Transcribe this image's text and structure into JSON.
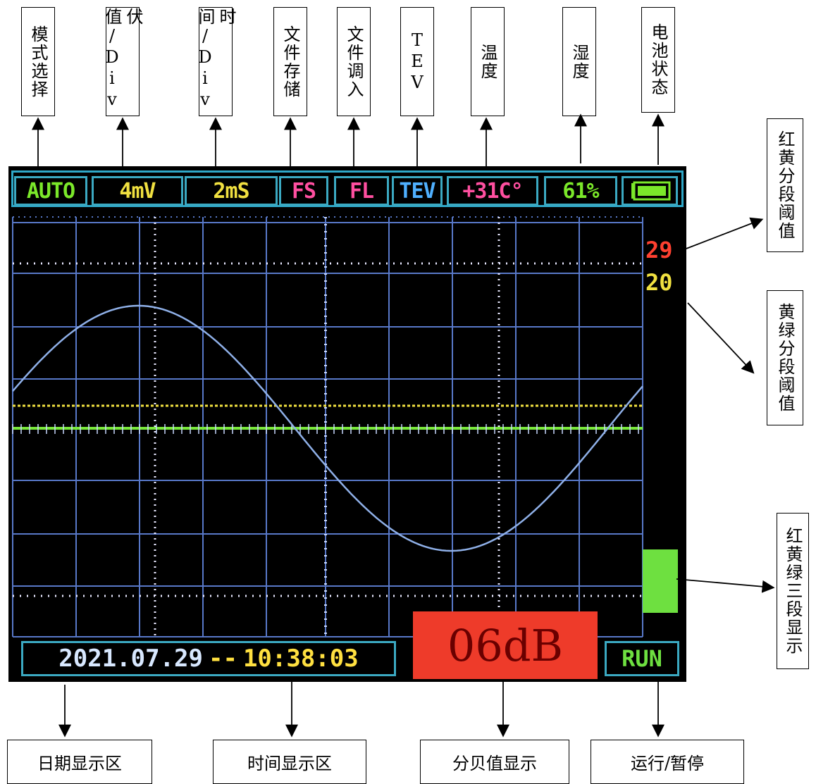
{
  "device": {
    "status_bar": {
      "mode": "AUTO",
      "volts_div": "4mV",
      "time_div": "2mS",
      "file_save": "FS",
      "file_load": "FL",
      "tev": "TEV",
      "temperature": "+31C°",
      "humidity": "61%"
    },
    "thresholds": {
      "red_yellow": "29",
      "yellow_green": "20"
    },
    "datetime": {
      "date": "2021.07.29",
      "separator": "--",
      "time": "10:38:03"
    },
    "db_value": "06dB",
    "run_state": "RUN",
    "level_bar_fraction": 0.23
  },
  "callouts": {
    "mode_select": "模式选择",
    "volt_div": "伏值/Div",
    "time_div": "时间/Div",
    "file_store": "文件存储",
    "file_load": "文件调入",
    "tev": "TEV",
    "temperature": "温度",
    "humidity": "湿度",
    "battery": "电池状态",
    "red_yellow_threshold": "红黄分段阈值",
    "yellow_green_threshold": "黄绿分段阈值",
    "three_segment": "红黄绿三段显示",
    "date_area": "日期显示区",
    "time_area": "时间显示区",
    "db_display": "分贝值显示",
    "run_pause": "运行/暂停"
  },
  "colors": {
    "frame": "#2fa8c8",
    "grid": "#5878c8",
    "mode": "#7be82a",
    "volts": "#f0e040",
    "time": "#f0e040",
    "file": "#ff4fa0",
    "tev": "#4fb0ff",
    "temp": "#ff4fa0",
    "humidity": "#7be82a",
    "battery": "#7be82a",
    "red_threshold": "#ff4030",
    "yellow_threshold": "#f0e040",
    "level_bar": "#6ee040",
    "db_bg": "#ee3b2a",
    "run": "#6ee040",
    "datetime": "#d8e8ff"
  }
}
